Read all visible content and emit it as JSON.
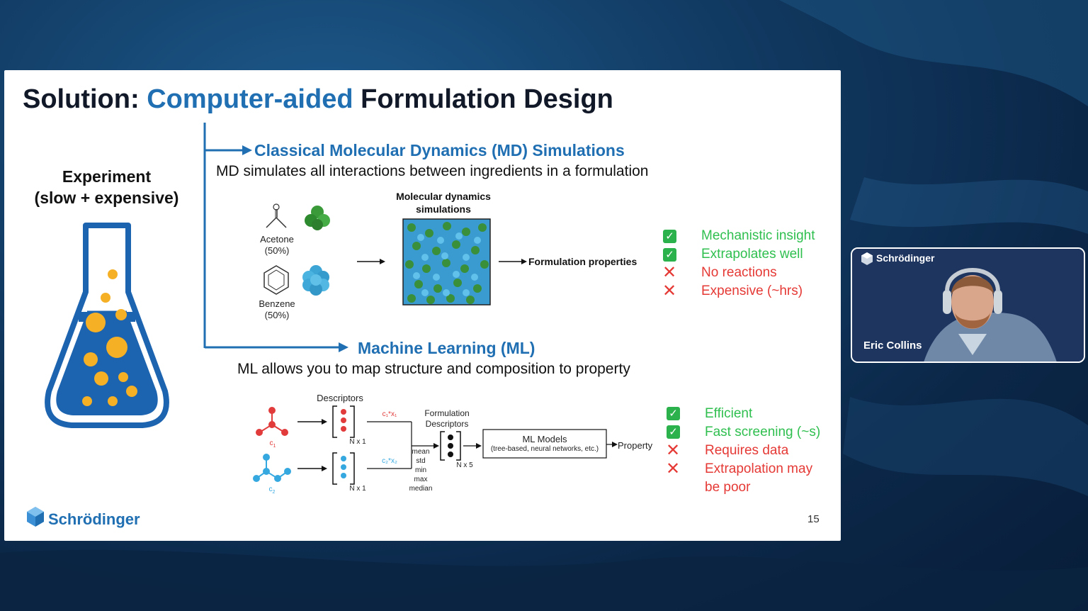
{
  "slide": {
    "title_prefix": "Solution: ",
    "title_accent": "Computer-aided",
    "title_suffix": " Formulation Design",
    "experiment_line1": "Experiment",
    "experiment_line2": "(slow + expensive)",
    "md": {
      "title": "Classical Molecular Dynamics (MD) Simulations",
      "subtitle": "MD simulates all interactions between ingredients in a formulation",
      "acetone_label": "Acetone",
      "acetone_pct": "(50%)",
      "benzene_label": "Benzene",
      "benzene_pct": "(50%)",
      "sim_label_1": "Molecular dynamics",
      "sim_label_2": "simulations",
      "output_label": "Formulation properties",
      "pros": [
        "Mechanistic insight",
        "Extrapolates well"
      ],
      "cons": [
        "No reactions",
        "Expensive (~hrs)"
      ]
    },
    "ml": {
      "title": "Machine Learning (ML)",
      "subtitle": "ML allows you to map structure and composition to property",
      "descriptors_label": "Descriptors",
      "c1": "c",
      "c1_sub": "1",
      "c2": "c",
      "c2_sub": "2",
      "weight1": "c₁*x₁",
      "weight2": "c₂*x₂",
      "nx1_a": "N x 1",
      "nx1_b": "N x 1",
      "formulation_desc_1": "Formulation",
      "formulation_desc_2": "Descriptors",
      "agg": [
        "mean",
        "std",
        "min",
        "max",
        "median"
      ],
      "nx5": "N x 5",
      "models_label": "ML Models",
      "models_sub": "(tree-based, neural networks, etc.)",
      "property_label": "Property",
      "pros": [
        "Efficient",
        "Fast screening (~s)"
      ],
      "cons": [
        "Requires data",
        "Extrapolation may",
        "be poor"
      ]
    },
    "logo_text": "Schrödinger",
    "page_number": "15"
  },
  "video": {
    "brand": "Schrödinger",
    "speaker_name": "Eric Collins"
  },
  "colors": {
    "accent": "#1f6fb2",
    "pro": "#2fbf4f",
    "con": "#e53935",
    "flask_blue": "#1c63b0",
    "bubble": "#f5b026"
  }
}
